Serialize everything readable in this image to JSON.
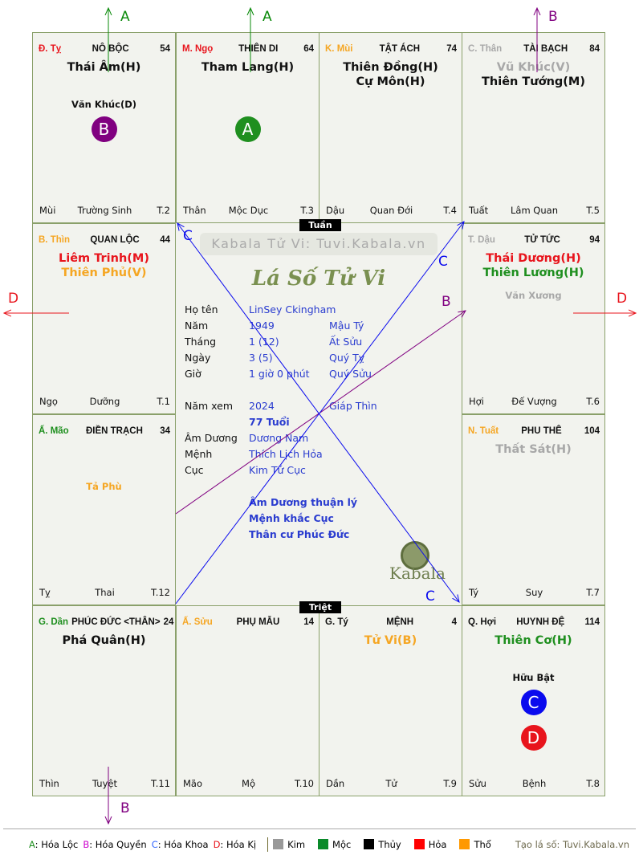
{
  "colors": {
    "red": "#e8141c",
    "orange": "#f5a623",
    "grey": "#a8a8a8",
    "green": "#1f8f1f",
    "black": "#111111",
    "blue": "#0a0aee",
    "purple": "#800080"
  },
  "cells": [
    {
      "can": "Đ. Tỵ",
      "can_color": "red",
      "name": "NÔ BỘC",
      "num": "54",
      "stars": [
        {
          "t": "Thái Âm(H)",
          "c": "black"
        }
      ],
      "minor": {
        "t": "Văn Khúc(D)",
        "c": "black"
      },
      "badges": [
        {
          "t": "B",
          "c": "purple"
        }
      ],
      "bottom": [
        "Mùi",
        "Trường Sinh",
        "T.2"
      ]
    },
    {
      "can": "M. Ngọ",
      "can_color": "red",
      "name": "THIÊN DI",
      "num": "64",
      "stars": [
        {
          "t": "Tham Lang(H)",
          "c": "black"
        }
      ],
      "minor": null,
      "badges": [
        {
          "t": "A",
          "c": "green"
        }
      ],
      "bottom": [
        "Thân",
        "Mộc Dục",
        "T.3"
      ]
    },
    {
      "can": "K. Mùi",
      "can_color": "orange",
      "name": "TẬT ÁCH",
      "num": "74",
      "stars": [
        {
          "t": "Thiên Đồng(H)",
          "c": "black"
        },
        {
          "t": "Cự Môn(H)",
          "c": "black"
        }
      ],
      "minor": null,
      "badges": [],
      "bottom": [
        "Dậu",
        "Quan Đới",
        "T.4"
      ]
    },
    {
      "can": "C. Thân",
      "can_color": "grey",
      "name": "TÀI BẠCH",
      "num": "84",
      "stars": [
        {
          "t": "Vũ Khúc(V)",
          "c": "grey"
        },
        {
          "t": "Thiên Tướng(M)",
          "c": "black"
        }
      ],
      "minor": null,
      "badges": [],
      "bottom": [
        "Tuất",
        "Lâm Quan",
        "T.5"
      ]
    },
    {
      "can": "T. Dậu",
      "can_color": "grey",
      "name": "TỬ TỨC",
      "num": "94",
      "stars": [
        {
          "t": "Thái Dương(H)",
          "c": "red"
        },
        {
          "t": "Thiên Lương(H)",
          "c": "green"
        }
      ],
      "minor": {
        "t": "Văn Xương",
        "c": "grey"
      },
      "badges": [],
      "bottom": [
        "Hợi",
        "Đế Vượng",
        "T.6"
      ]
    },
    {
      "can": "N. Tuất",
      "can_color": "orange",
      "name": "PHU THÊ",
      "num": "104",
      "stars": [
        {
          "t": "Thất Sát(H)",
          "c": "grey"
        }
      ],
      "minor": null,
      "badges": [],
      "bottom": [
        "Tý",
        "Suy",
        "T.7"
      ]
    },
    {
      "can": "Q. Hợi",
      "can_color": "black",
      "name": "HUYNH ĐỆ",
      "num": "114",
      "stars": [
        {
          "t": "Thiên Cơ(H)",
          "c": "green"
        }
      ],
      "minor": {
        "t": "Hữu Bật",
        "c": "black"
      },
      "badges": [
        {
          "t": "C",
          "c": "blue"
        },
        {
          "t": "D",
          "c": "red"
        }
      ],
      "bottom": [
        "Sửu",
        "Bệnh",
        "T.8"
      ]
    },
    {
      "can": "G. Tý",
      "can_color": "black",
      "name": "MỆNH",
      "num": "4",
      "stars": [
        {
          "t": "Tử Vi(B)",
          "c": "orange"
        }
      ],
      "minor": null,
      "badges": [],
      "bottom": [
        "Dần",
        "Tử",
        "T.9"
      ]
    },
    {
      "can": "Ấ. Sửu",
      "can_color": "orange",
      "name": "PHỤ MẪU",
      "num": "14",
      "stars": [],
      "minor": null,
      "badges": [],
      "bottom": [
        "Mão",
        "Mộ",
        "T.10"
      ]
    },
    {
      "can": "G. Dần",
      "can_color": "green",
      "name": "PHÚC ĐỨC <THÂN>",
      "num": "24",
      "stars": [
        {
          "t": "Phá Quân(H)",
          "c": "black"
        }
      ],
      "minor": null,
      "badges": [],
      "bottom": [
        "Thìn",
        "Tuyệt",
        "T.11"
      ]
    },
    {
      "can": "Ấ. Mão",
      "can_color": "green",
      "name": "ĐIỀN TRẠCH",
      "num": "34",
      "stars": [],
      "minor": {
        "t": "Tả Phù",
        "c": "orange"
      },
      "badges": [],
      "bottom": [
        "Tỵ",
        "Thai",
        "T.12"
      ]
    },
    {
      "can": "B. Thìn",
      "can_color": "orange",
      "name": "QUAN LỘC",
      "num": "44",
      "stars": [
        {
          "t": "Liêm Trinh(M)",
          "c": "red"
        },
        {
          "t": "Thiên Phủ(V)",
          "c": "orange"
        }
      ],
      "minor": null,
      "badges": [],
      "bottom": [
        "Ngọ",
        "Dưỡng",
        "T.1"
      ]
    }
  ],
  "center": {
    "tuan": "Tuần",
    "triet": "Triệt",
    "watermark": "Kabala Tử Vi: Tuvi.Kabala.vn",
    "title": "Lá Số Tử Vi",
    "rows": [
      {
        "label": "Họ tên",
        "value": "LinSey Ckingham",
        "extra": ""
      },
      {
        "label": "Năm",
        "value": "1949",
        "extra": "Mậu Tý"
      },
      {
        "label": "Tháng",
        "value": "1  (12)",
        "extra": "Ất Sửu"
      },
      {
        "label": "Ngày",
        "value": "3  (5)",
        "extra": "Quý Tỵ"
      },
      {
        "label": "Giờ",
        "value": "1 giờ 0 phút",
        "extra": "Quý Sửu"
      },
      {
        "label": "Năm xem",
        "value": "2024",
        "extra": "Giáp Thìn"
      },
      {
        "label": "",
        "value": "77 Tuổi",
        "extra": ""
      },
      {
        "label": "Âm Dương",
        "value": "Dương Nam",
        "extra": ""
      },
      {
        "label": "Mệnh",
        "value": "Thích Lịch Hỏa",
        "extra": ""
      },
      {
        "label": "Cục",
        "value": "Kim Tứ Cục",
        "extra": ""
      }
    ],
    "notes": [
      "Âm Dương thuận lý",
      "Mệnh khắc Cục",
      "Thân cư Phúc Đức"
    ],
    "logo_text": "Kabala"
  },
  "arrow_labels": {
    "a1": "A",
    "a2": "A",
    "b_top": "B",
    "b_bottom": "B",
    "b_mid": "B",
    "d_left": "D",
    "d_right": "D",
    "c1": "C",
    "c2": "C",
    "c3": "C"
  },
  "legend": {
    "hoa": [
      {
        "k": "A",
        "t": ": Hóa Lộc",
        "c": "#1f8f1f"
      },
      {
        "k": "B",
        "t": ": Hóa Quyền",
        "c": "#cc00cc"
      },
      {
        "k": "C",
        "t": ": Hóa Khoa",
        "c": "#3366ff"
      },
      {
        "k": "D",
        "t": ": Hóa Kị",
        "c": "#e8141c"
      }
    ],
    "elements": [
      {
        "t": "Kim",
        "c": "#999999"
      },
      {
        "t": "Mộc",
        "c": "#0a8a2a"
      },
      {
        "t": "Thủy",
        "c": "#000000"
      },
      {
        "t": "Hỏa",
        "c": "#ff0000"
      },
      {
        "t": "Thổ",
        "c": "#ff9900"
      }
    ],
    "credit": "Tạo lá số: Tuvi.Kabala.vn"
  }
}
